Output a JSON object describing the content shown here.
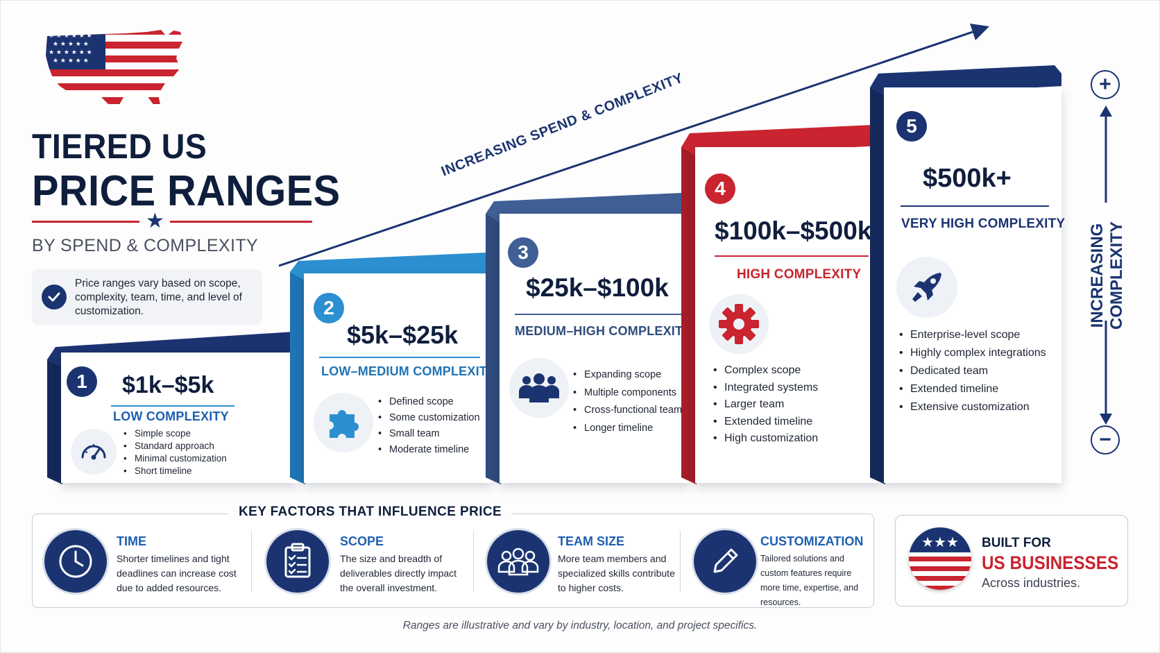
{
  "title": {
    "line1": "TIERED US",
    "line2": "PRICE RANGES",
    "subtitle": "BY SPEND & COMPLEXITY"
  },
  "note": "Price ranges vary based on scope, complexity, team, time, and level of customization.",
  "arrow_label": "INCREASING SPEND & COMPLEXITY",
  "axis": {
    "plus": "+",
    "minus": "−",
    "label_line1": "INCREASING",
    "label_line2": "COMPLEXITY"
  },
  "tiers": [
    {
      "number": "1",
      "price": "$1k–$5k",
      "complexity": "LOW COMPLEXITY",
      "icon": "speedometer-icon",
      "bullets": [
        "Simple scope",
        "Standard approach",
        "Minimal customization",
        "Short timeline"
      ]
    },
    {
      "number": "2",
      "price": "$5k–$25k",
      "complexity": "LOW–MEDIUM COMPLEXITY",
      "icon": "puzzle-icon",
      "bullets": [
        "Defined scope",
        "Some customization",
        "Small team",
        "Moderate timeline"
      ]
    },
    {
      "number": "3",
      "price": "$25k–$100k",
      "complexity": "MEDIUM–HIGH COMPLEXITY",
      "icon": "team-icon",
      "bullets": [
        "Expanding scope",
        "Multiple components",
        "Cross-functional team",
        "Longer timeline"
      ]
    },
    {
      "number": "4",
      "price": "$100k–$500k",
      "complexity": "HIGH COMPLEXITY",
      "icon": "gear-icon",
      "bullets": [
        "Complex scope",
        "Integrated systems",
        "Larger team",
        "Extended timeline",
        "High customization"
      ]
    },
    {
      "number": "5",
      "price": "$500k+",
      "complexity": "VERY HIGH COMPLEXITY",
      "icon": "rocket-icon",
      "bullets": [
        "Enterprise-level scope",
        "Highly complex integrations",
        "Dedicated team",
        "Extended timeline",
        "Extensive customization"
      ]
    }
  ],
  "key_factors": {
    "title": "KEY FACTORS THAT INFLUENCE PRICE",
    "items": [
      {
        "title": "TIME",
        "icon": "clock-icon",
        "desc": "Shorter timelines and tight deadlines can increase cost due to added resources."
      },
      {
        "title": "SCOPE",
        "icon": "checklist-icon",
        "desc": "The size and breadth of deliverables directly impact the overall investment."
      },
      {
        "title": "TEAM SIZE",
        "icon": "people-icon",
        "desc": "More team members and specialized skills contribute to higher costs."
      },
      {
        "title": "CUSTOMIZATION",
        "icon": "pencil-icon",
        "desc": "Tailored solutions and custom features require more time, expertise, and resources."
      }
    ]
  },
  "built_for": {
    "line1": "BUILT FOR",
    "line2": "US BUSINESSES",
    "line3": "Across industries."
  },
  "footnote": "Ranges are illustrative and vary by industry, location, and project specifics.",
  "colors": {
    "navy": "#1b3471",
    "red": "#c9242f",
    "blue": "#2b8fd0",
    "steel": "#3f5f95"
  }
}
